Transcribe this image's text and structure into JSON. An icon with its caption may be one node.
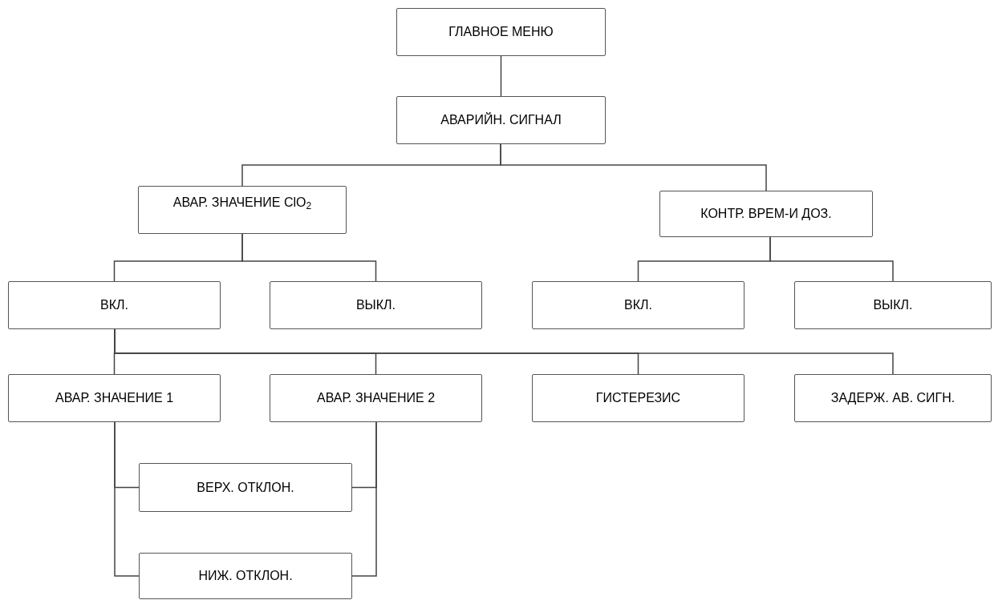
{
  "diagram": {
    "nodes": [
      {
        "text": [
          "ГЛАВНОЕ МЕНЮ"
        ]
      },
      {
        "text": [
          "АВАРИЙН. СИГНАЛ"
        ]
      },
      {
        "text": [
          "АВАР. ЗНАЧЕНИЕ ClO$_{2}$"
        ]
      },
      {
        "text": [
          "КОНТР. ВРЕМ-И ДОЗ."
        ]
      },
      {
        "text": [
          "ВКЛ."
        ]
      },
      {
        "text": [
          "ВЫКЛ."
        ]
      },
      {
        "text": [
          "ВКЛ."
        ]
      },
      {
        "text": [
          "ВЫКЛ."
        ]
      },
      {
        "text": [
          "АВАР. ЗНАЧЕНИЕ 1"
        ]
      },
      {
        "text": [
          "АВАР. ЗНАЧЕНИЕ 2"
        ]
      },
      {
        "text": [
          "ГИСТЕРЕЗИС"
        ]
      },
      {
        "text": [
          "ЗАДЕРЖ. АВ. СИГН."
        ]
      },
      {
        "text": [
          "ВЕРХ. ОТКЛОН."
        ]
      },
      {
        "text": [
          "НИЖ. ОТКЛОН."
        ]
      }
    ],
    "edges": [
      {
        "from": 0,
        "to": 1,
        "arrow": "none"
      },
      {
        "from": 1,
        "to": 2,
        "arrow": "none"
      },
      {
        "from": 1,
        "to": 3,
        "arrow": "none"
      },
      {
        "from": 2,
        "to": 4,
        "arrow": "none"
      },
      {
        "from": 2,
        "to": 5,
        "arrow": "none"
      },
      {
        "from": 3,
        "to": 6,
        "arrow": "none"
      },
      {
        "from": 3,
        "to": 7,
        "arrow": "none"
      },
      {
        "from": 4,
        "to": 8,
        "arrow": "none"
      },
      {
        "from": 4,
        "to": 9,
        "arrow": "none"
      },
      {
        "from": 4,
        "to": 10,
        "arrow": "none"
      },
      {
        "from": 4,
        "to": 11,
        "arrow": "none"
      },
      {
        "from": 8,
        "to": 12,
        "arrow": "none"
      },
      {
        "from": 8,
        "to": 13,
        "arrow": "none"
      },
      {
        "from": 9,
        "to": 12,
        "arrow": "none"
      },
      {
        "from": 9,
        "to": 13,
        "arrow": "none"
      }
    ]
  }
}
